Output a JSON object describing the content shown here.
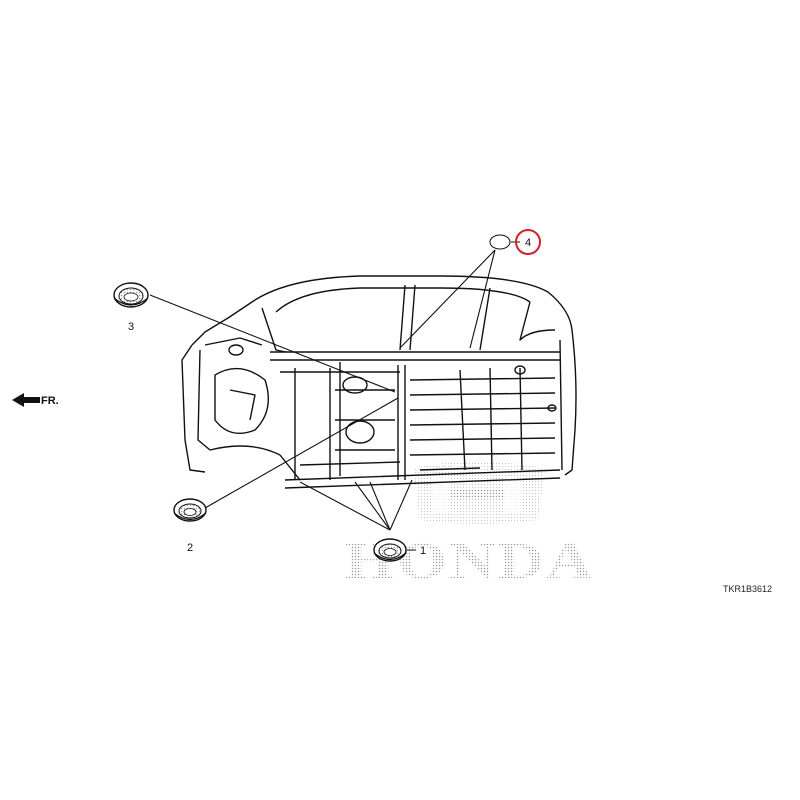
{
  "watermark": {
    "text": "HONDA"
  },
  "direction": {
    "label": "FR."
  },
  "drawing_code": "TKR1B3612",
  "callouts": [
    {
      "id": "1",
      "label": "1"
    },
    {
      "id": "2",
      "label": "2"
    },
    {
      "id": "3",
      "label": "3"
    },
    {
      "id": "4",
      "label": "4",
      "highlight_color": "#d0202a"
    }
  ]
}
